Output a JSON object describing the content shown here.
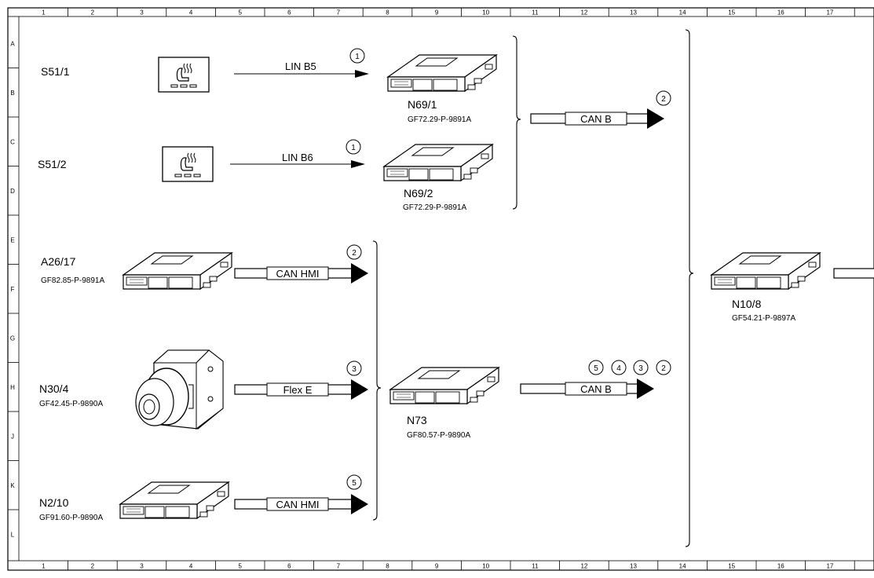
{
  "frame": {
    "columns": [
      "1",
      "2",
      "3",
      "4",
      "5",
      "6",
      "7",
      "8",
      "9",
      "10",
      "11",
      "12",
      "13",
      "14",
      "15",
      "16",
      "17"
    ],
    "rows": [
      "A",
      "B",
      "C",
      "D",
      "E",
      "F",
      "G",
      "H",
      "J",
      "K",
      "L"
    ]
  },
  "components": {
    "s51_1": {
      "id": "S51/1"
    },
    "s51_2": {
      "id": "S51/2"
    },
    "n69_1": {
      "id": "N69/1",
      "code": "GF72.29-P-9891A"
    },
    "n69_2": {
      "id": "N69/2",
      "code": "GF72.29-P-9891A"
    },
    "a26_17": {
      "id": "A26/17",
      "code": "GF82.85-P-9891A"
    },
    "n30_4": {
      "id": "N30/4",
      "code": "GF42.45-P-9890A"
    },
    "n2_10": {
      "id": "N2/10",
      "code": "GF91.60-P-9890A"
    },
    "n73": {
      "id": "N73",
      "code": "GF80.57-P-9890A"
    },
    "n10_8": {
      "id": "N10/8",
      "code": "GF54.21-P-9897A"
    }
  },
  "connections": {
    "lin_b5": {
      "label": "LIN B5",
      "refs": [
        "1"
      ]
    },
    "lin_b6": {
      "label": "LIN B6",
      "refs": [
        "1"
      ]
    },
    "can_b_top": {
      "label": "CAN B",
      "refs": [
        "2"
      ]
    },
    "can_hmi_a26": {
      "label": "CAN HMI",
      "refs": [
        "2"
      ]
    },
    "flex_e": {
      "label": "Flex E",
      "refs": [
        "3"
      ]
    },
    "can_hmi_n2": {
      "label": "CAN HMI",
      "refs": [
        "5"
      ]
    },
    "can_b_n73": {
      "label": "CAN B",
      "refs": [
        "5",
        "4",
        "3",
        "2"
      ]
    }
  }
}
